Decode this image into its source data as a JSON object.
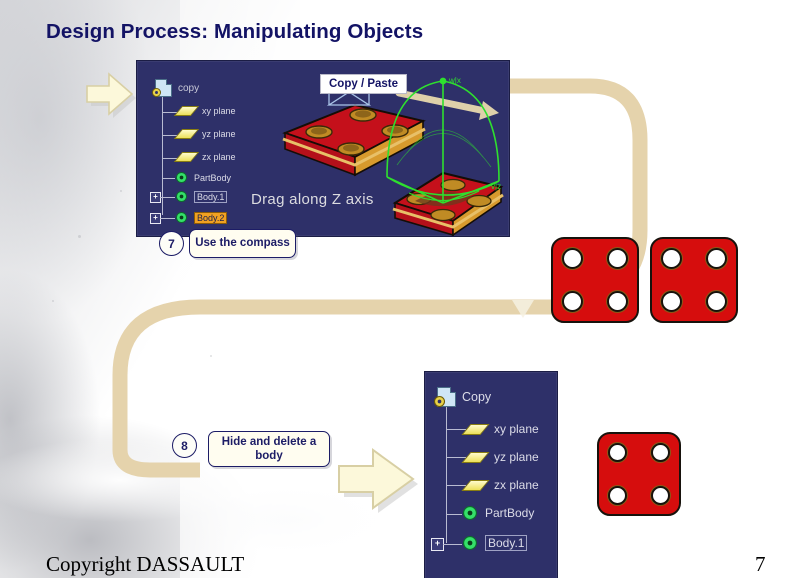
{
  "slide": {
    "title": "Design Process: Manipulating Objects",
    "footer_copyright": "Copyright DASSAULT",
    "page_number": "7",
    "accent_dark_blue": "#131365",
    "panel_blue": "#2e3069",
    "flow_tan": "#e5d3ac",
    "arrow_ivory": "#fcf8da",
    "plate_red": "#d60d0d",
    "highlight_orange": "#f0a122",
    "compass_green": "#2ee02e"
  },
  "top_panel": {
    "copy_paste_chip": "Copy / Paste",
    "drag_label": "Drag along Z axis",
    "axis_labels": {
      "vertical": "w|x",
      "diagonal": "v|z"
    },
    "tree": {
      "root": {
        "label": "copy",
        "icon": "document-gear-icon"
      },
      "nodes": [
        {
          "label": "xy plane",
          "icon": "plane-icon",
          "state": "normal"
        },
        {
          "label": "yz plane",
          "icon": "plane-icon",
          "state": "normal"
        },
        {
          "label": "zx plane",
          "icon": "plane-icon",
          "state": "normal"
        },
        {
          "label": "PartBody",
          "icon": "body-gear-icon",
          "state": "normal"
        },
        {
          "label": "Body.1",
          "icon": "body-gear-icon",
          "state": "boxed",
          "expander": "+"
        },
        {
          "label": "Body.2",
          "icon": "body-gear-icon",
          "state": "highlighted",
          "expander": "+"
        }
      ]
    }
  },
  "bottom_panel": {
    "tree": {
      "root": {
        "label": "Copy",
        "icon": "document-gear-icon"
      },
      "nodes": [
        {
          "label": "xy plane",
          "icon": "plane-icon",
          "state": "normal"
        },
        {
          "label": "yz plane",
          "icon": "plane-icon",
          "state": "normal"
        },
        {
          "label": "zx plane",
          "icon": "plane-icon",
          "state": "normal"
        },
        {
          "label": "PartBody",
          "icon": "body-gear-icon",
          "state": "normal"
        },
        {
          "label": "Body.1",
          "icon": "body-gear-icon",
          "state": "boxed",
          "expander": "+"
        }
      ]
    }
  },
  "steps": [
    {
      "number": "7",
      "text": "Use the compass"
    },
    {
      "number": "8",
      "text": "Hide and delete a body"
    }
  ],
  "plates": [
    {
      "name": "plate-pair-left",
      "holes": 4
    },
    {
      "name": "plate-pair-right",
      "holes": 4
    },
    {
      "name": "plate-single",
      "holes": 4
    }
  ]
}
